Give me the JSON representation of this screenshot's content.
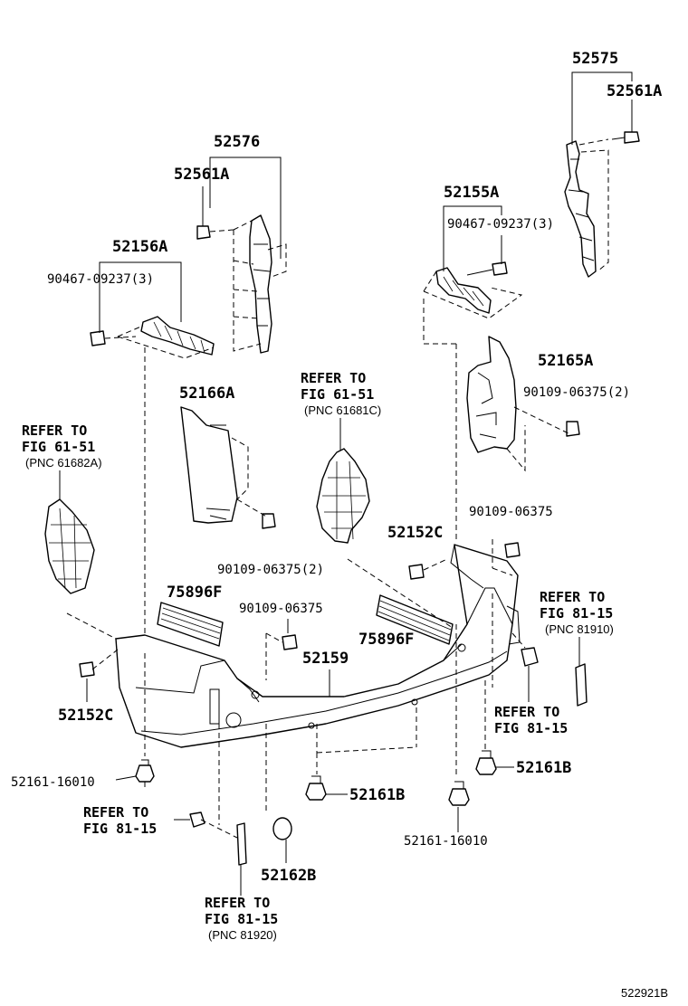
{
  "labels": {
    "p52575": "52575",
    "p52561A_r": "52561A",
    "p52576": "52576",
    "p52561A_l": "52561A",
    "p52155A": "52155A",
    "p90467_r": "90467-09237(3)",
    "p52156A": "52156A",
    "p90467_l": "90467-09237(3)",
    "p52165A": "52165A",
    "p90109_2_r": "90109-06375(2)",
    "p52166A": "52166A",
    "p90109_2_c": "90109-06375(2)",
    "p90109_r": "90109-06375",
    "p52152C_c": "52152C",
    "p75896F_l": "75896F",
    "p90109_c": "90109-06375",
    "p52159": "52159",
    "p75896F_r": "75896F",
    "p52152C_l": "52152C",
    "p52161_16010_l": "52161-16010",
    "p52161B_c": "52161B",
    "p52161B_r": "52161B",
    "p52161_16010_r": "52161-16010",
    "p52162B": "52162B"
  },
  "refs": {
    "r61682": {
      "line1": "REFER TO",
      "line2": "FIG 61-51",
      "pnc": "(PNC 61682A)"
    },
    "r61681": {
      "line1": "REFER TO",
      "line2": "FIG 61-51",
      "pnc": "(PNC 61681C)"
    },
    "r81910": {
      "line1": "REFER TO",
      "line2": "FIG 81-15",
      "pnc": "(PNC 81910)"
    },
    "r8115_r": {
      "line1": "REFER TO",
      "line2": "FIG 81-15"
    },
    "r8115_l": {
      "line1": "REFER TO",
      "line2": "FIG 81-15"
    },
    "r81920": {
      "line1": "REFER TO",
      "line2": "FIG 81-15",
      "pnc": "(PNC 81920)"
    }
  },
  "diagram_code": "522921B"
}
